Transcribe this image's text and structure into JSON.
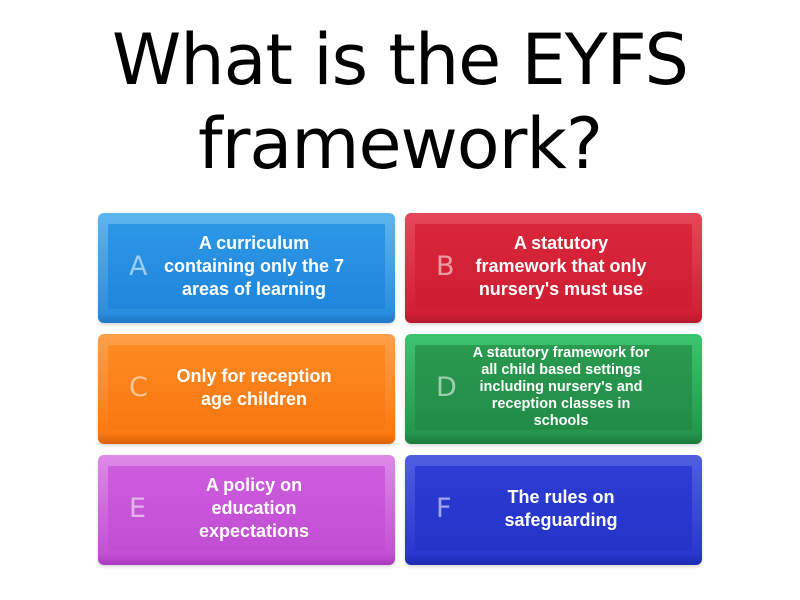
{
  "question": "What is the EYFS framework?",
  "answers": [
    {
      "letter": "A",
      "text": "A curriculum containing only the 7 areas of learning",
      "color": "#2a8ee0"
    },
    {
      "letter": "B",
      "text": "A statutory framework that only nursery's must use",
      "color": "#d21f35"
    },
    {
      "letter": "C",
      "text": "Only for reception age children",
      "color": "#fb7a13"
    },
    {
      "letter": "D",
      "text": "A statutory framework for all child based settings including nursery's and reception classes in schools",
      "color": "#25964c"
    },
    {
      "letter": "E",
      "text": "A policy on education expectations",
      "color": "#c54fd6"
    },
    {
      "letter": "F",
      "text": "The rules on safeguarding",
      "color": "#2838d0"
    }
  ]
}
